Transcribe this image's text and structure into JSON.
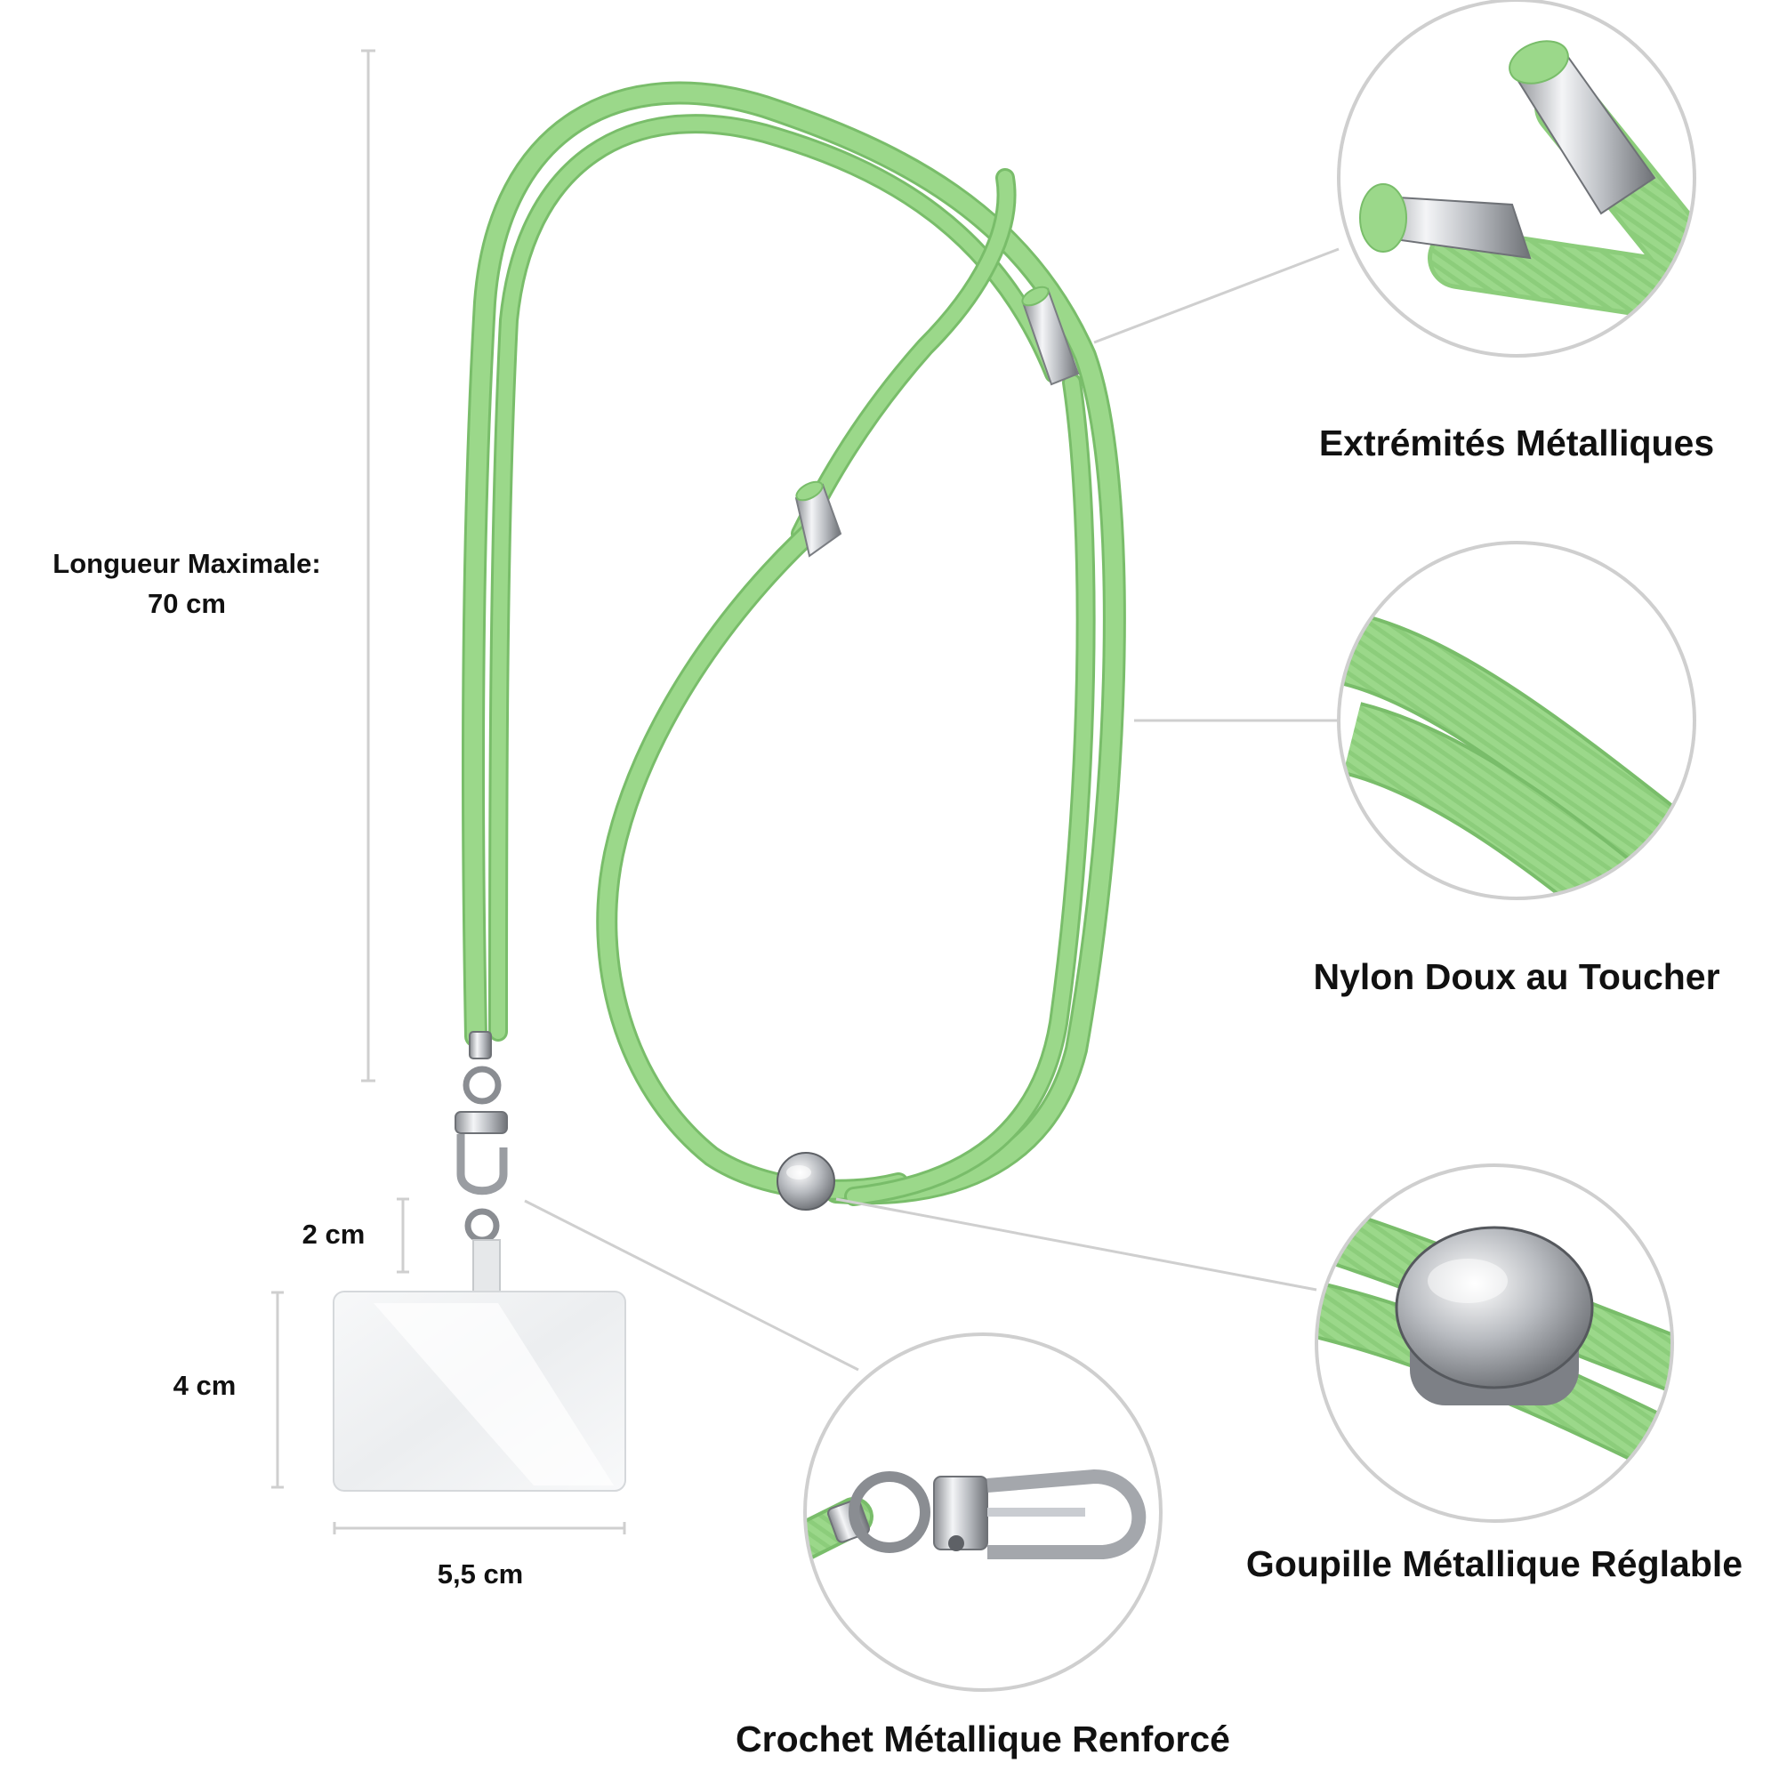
{
  "length": {
    "title": "Longueur Maximale:",
    "value": "70 cm"
  },
  "dimensions": {
    "ring": "2 cm",
    "height": "4 cm",
    "width": "5,5 cm"
  },
  "features": {
    "metal_ends": "Extrémités Métalliques",
    "nylon": "Nylon Doux au Toucher",
    "pin": "Goupille Métallique Réglable",
    "hook": "Crochet Métallique Renforcé"
  },
  "colors": {
    "cord": "#9bd88a",
    "cord_shadow": "#79bd6a",
    "metal": "#c9ccd1",
    "guide_line": "#cfcfcf"
  }
}
